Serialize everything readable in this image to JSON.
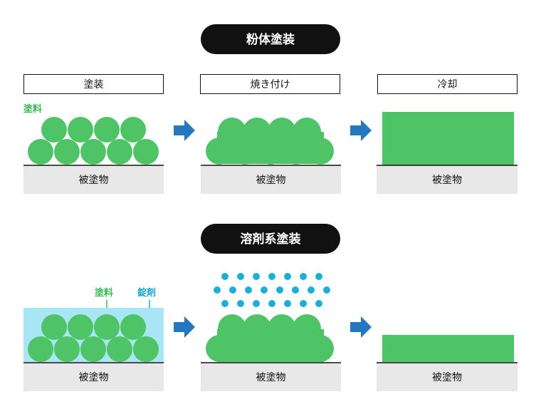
{
  "powder": {
    "title": "粉体塗装",
    "steps": [
      {
        "label": "塗装",
        "substrate": "被塗物"
      },
      {
        "label": "焼き付け",
        "substrate": "被塗物"
      },
      {
        "label": "冷却",
        "substrate": "被塗物"
      }
    ],
    "paint_label": "塗料"
  },
  "solvent": {
    "title": "溶剤系塗装",
    "paint_label": "塗料",
    "solvent_label": "錠剤",
    "substrates": [
      "被塗物",
      "被塗物",
      "被塗物"
    ]
  },
  "colors": {
    "paint_green": "#4ec467",
    "solvent_blue": "#a8e6f5",
    "dot_blue": "#1ab0d6",
    "arrow_blue": "#2577c0",
    "substrate_gray": "#e8e8e8",
    "pill_black": "#111111"
  }
}
